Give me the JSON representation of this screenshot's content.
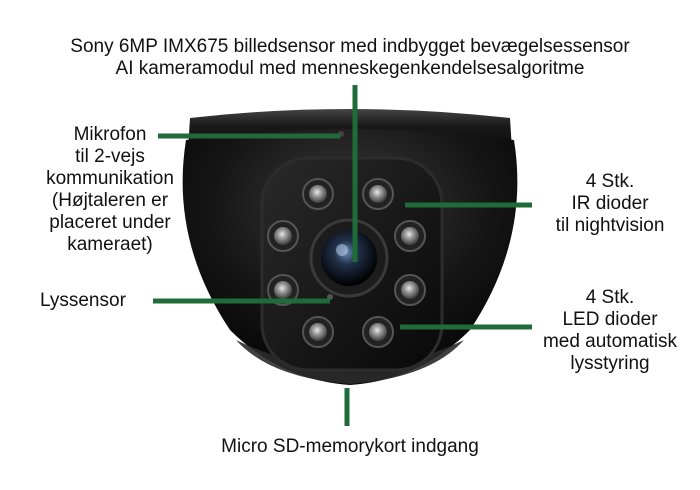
{
  "top_label": {
    "lines": [
      "Sony 6MP IMX675 billedsensor med indbygget bevægelsessensor",
      "AI kameramodul med menneskegenkendelsesalgoritme"
    ]
  },
  "microphone_label": {
    "lines": [
      "Mikrofon",
      "til 2-vejs",
      "kommunikation",
      "(Højtaleren er",
      "placeret under",
      "kameraet)"
    ]
  },
  "ir_label": {
    "lines": [
      "4 Stk.",
      "IR dioder",
      "til nightvision"
    ]
  },
  "light_sensor_label": {
    "lines": [
      "Lyssensor"
    ]
  },
  "led_label": {
    "lines": [
      "4 Stk.",
      "LED dioder",
      "med automatisk",
      "lysstyring"
    ]
  },
  "sd_label": {
    "lines": [
      "Micro SD-memorykort indgang"
    ]
  },
  "colors": {
    "callout_line": "#1f6b3a",
    "camera_body": "#111111",
    "text": "#111111",
    "background": "#ffffff"
  }
}
